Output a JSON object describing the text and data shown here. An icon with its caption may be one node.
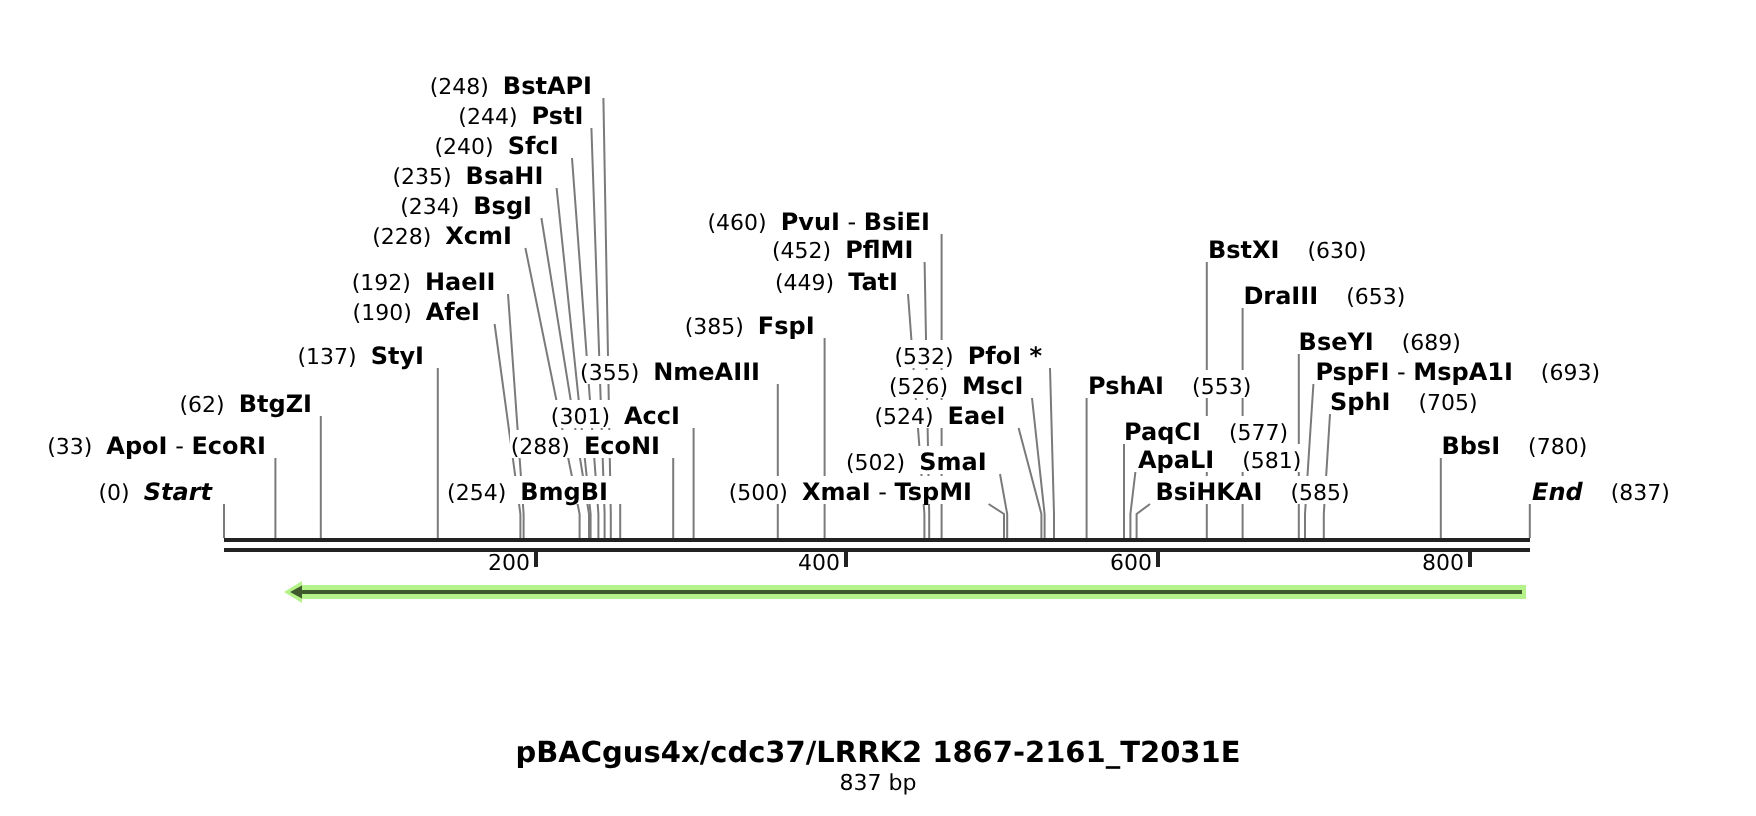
{
  "diagram": {
    "title": "pBACgus4x/cdc37/LRRK2 1867-2161_T2031E",
    "caption": "837 bp",
    "nodes": [
      {
        "text": [
          "(248)",
          "BstAPI"
        ]
      },
      {
        "text": [
          "(244)",
          "PstI"
        ]
      },
      {
        "text": [
          "(240)",
          "SfcI"
        ]
      },
      {
        "text": [
          "(235)",
          "BsaHI"
        ]
      },
      {
        "text": [
          "(234)",
          "BsgI"
        ]
      },
      {
        "text": [
          "(460)",
          "**PvuI** - **BsiEI**"
        ]
      },
      {
        "text": [
          "(228)",
          "XcmI"
        ]
      },
      {
        "text": [
          "(452)",
          "PflMI"
        ]
      },
      {
        "text": [
          "BstXI",
          "(630)"
        ]
      },
      {
        "text": [
          "(192)",
          "HaeII"
        ]
      },
      {
        "text": [
          "(449)",
          "TatI"
        ]
      },
      {
        "text": [
          "DraIII",
          "(653)"
        ]
      },
      {
        "text": [
          "(190)",
          "AfeI"
        ]
      },
      {
        "text": [
          "(385)",
          "FspI"
        ]
      },
      {
        "text": [
          "BseYI",
          "(689)"
        ]
      },
      {
        "text": [
          "(137)",
          "StyI"
        ]
      },
      {
        "text": [
          "(532)",
          "PfoI *"
        ]
      },
      {
        "text": [
          "(355)",
          "NmeAIII"
        ]
      },
      {
        "text": [
          "**PspFI** - **MspA1I**",
          "(693)"
        ]
      },
      {
        "text": [
          "(526)",
          "MscI"
        ]
      },
      {
        "text": [
          "PshAI",
          "(553)"
        ]
      },
      {
        "text": [
          "(62)",
          "BtgZI"
        ]
      },
      {
        "text": [
          "SphI",
          "(705)"
        ]
      },
      {
        "text": [
          "(301)",
          "AccI"
        ]
      },
      {
        "text": [
          "(524)",
          "EaeI"
        ]
      },
      {
        "text": [
          "PaqCI",
          "(577)"
        ]
      },
      {
        "text": [
          "(33)",
          "**ApoI** - **EcoRI**"
        ]
      },
      {
        "text": [
          "(288)",
          "EcoNI"
        ]
      },
      {
        "text": [
          "BbsI",
          "(780)"
        ]
      },
      {
        "text": [
          "(502)",
          "SmaI"
        ]
      },
      {
        "text": [
          "ApaLI",
          "(581)"
        ]
      },
      {
        "text": [
          "(0)",
          "Start"
        ]
      },
      {
        "text": [
          "(254)",
          "BmgBI"
        ]
      },
      {
        "text": [
          "(500)",
          "**XmaI** - **TspMI**"
        ]
      },
      {
        "text": [
          "BsiHKAI",
          "(585)"
        ]
      },
      {
        "text": [
          "End",
          "(837)"
        ]
      },
      {
        "text": [],
        "shape": "bar"
      }
    ],
    "edges": [
      {
        "from": 0,
        "to": 36,
        "arrow": "none"
      },
      {
        "from": 1,
        "to": 36,
        "arrow": "none"
      },
      {
        "from": 2,
        "to": 36,
        "arrow": "none"
      },
      {
        "from": 3,
        "to": 36,
        "arrow": "none"
      },
      {
        "from": 4,
        "to": 36,
        "arrow": "none"
      },
      {
        "from": 5,
        "to": 36,
        "arrow": "none"
      },
      {
        "from": 6,
        "to": 36,
        "arrow": "none"
      },
      {
        "from": 7,
        "to": 36,
        "arrow": "none"
      },
      {
        "from": 8,
        "to": 36,
        "arrow": "none"
      },
      {
        "from": 9,
        "to": 36,
        "arrow": "none"
      },
      {
        "from": 10,
        "to": 36,
        "arrow": "none"
      },
      {
        "from": 11,
        "to": 36,
        "arrow": "none"
      },
      {
        "from": 12,
        "to": 36,
        "arrow": "none"
      },
      {
        "from": 13,
        "to": 36,
        "arrow": "none"
      },
      {
        "from": 14,
        "to": 36,
        "arrow": "none"
      },
      {
        "from": 15,
        "to": 36,
        "arrow": "none"
      },
      {
        "from": 16,
        "to": 36,
        "arrow": "none"
      },
      {
        "from": 17,
        "to": 36,
        "arrow": "none"
      },
      {
        "from": 18,
        "to": 36,
        "arrow": "none"
      },
      {
        "from": 19,
        "to": 36,
        "arrow": "none"
      },
      {
        "from": 20,
        "to": 36,
        "arrow": "none"
      },
      {
        "from": 21,
        "to": 36,
        "arrow": "none"
      },
      {
        "from": 22,
        "to": 36,
        "arrow": "none"
      },
      {
        "from": 23,
        "to": 36,
        "arrow": "none"
      },
      {
        "from": 24,
        "to": 36,
        "arrow": "none"
      },
      {
        "from": 25,
        "to": 36,
        "arrow": "none"
      },
      {
        "from": 26,
        "to": 36,
        "arrow": "none"
      },
      {
        "from": 27,
        "to": 36,
        "arrow": "none"
      },
      {
        "from": 28,
        "to": 36,
        "arrow": "none"
      },
      {
        "from": 29,
        "to": 36,
        "arrow": "none"
      },
      {
        "from": 30,
        "to": 36,
        "arrow": "none"
      },
      {
        "from": 31,
        "to": 36,
        "arrow": "none"
      },
      {
        "from": 32,
        "to": 36,
        "arrow": "none"
      },
      {
        "from": 33,
        "to": 36,
        "arrow": "none"
      },
      {
        "from": 34,
        "to": 36,
        "arrow": "none"
      },
      {
        "from": 35,
        "to": 36,
        "arrow": "none"
      }
    ],
    "labels": [
      "200",
      "400",
      "600",
      "800"
    ]
  }
}
